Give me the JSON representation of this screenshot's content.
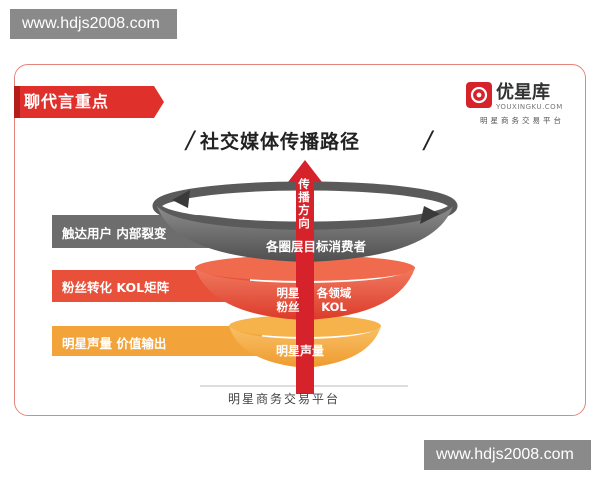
{
  "watermark": {
    "top": "www.hdjs2008.com",
    "bottom": "www.hdjs2008.com"
  },
  "header": {
    "topic": "聊代言重点",
    "title": "社交媒体传播路径"
  },
  "logo": {
    "name": "优星库",
    "url_text": "YOUXINGKU.COM",
    "tagline": "明星商务交易平台"
  },
  "layers": [
    {
      "label": "触达用户 内部裂变",
      "center_text": "各圈层目标消费者",
      "color": "#6d6d6d"
    },
    {
      "label": "粉丝转化 KOL矩阵",
      "center_left": "明星\n粉丝",
      "center_right": "各领域\nKOL",
      "color": "#e8503a"
    },
    {
      "label": "明星声量 价值输出",
      "center_text": "明星声量",
      "color": "#f2a33a"
    }
  ],
  "arrow": {
    "text": "传播方向",
    "color": "#d6222a"
  },
  "base": {
    "text": "明星商务交易平台"
  },
  "colors": {
    "accent": "#d6222a",
    "topic_bg": "#e0302c",
    "card_border": "#e5857e"
  }
}
